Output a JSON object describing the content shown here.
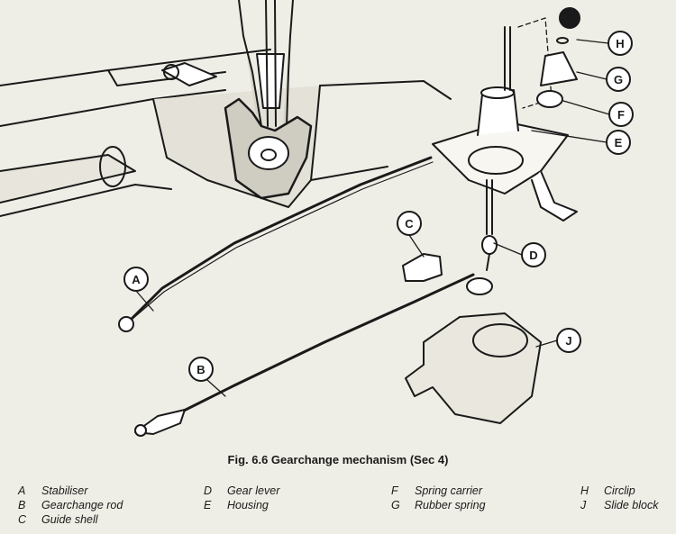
{
  "figure": {
    "caption": "Fig. 6.6 Gearchange mechanism (Sec 4)",
    "callouts": [
      "A",
      "B",
      "C",
      "D",
      "E",
      "F",
      "G",
      "H",
      "J"
    ],
    "legend_columns": [
      [
        {
          "key": "A",
          "label": "Stabiliser"
        },
        {
          "key": "B",
          "label": "Gearchange rod"
        },
        {
          "key": "C",
          "label": "Guide shell"
        }
      ],
      [
        {
          "key": "D",
          "label": "Gear lever"
        },
        {
          "key": "E",
          "label": "Housing"
        }
      ],
      [
        {
          "key": "F",
          "label": "Spring carrier"
        },
        {
          "key": "G",
          "label": "Rubber spring"
        }
      ],
      [
        {
          "key": "H",
          "label": "Circlip"
        },
        {
          "key": "J",
          "label": "Slide block"
        }
      ]
    ]
  }
}
